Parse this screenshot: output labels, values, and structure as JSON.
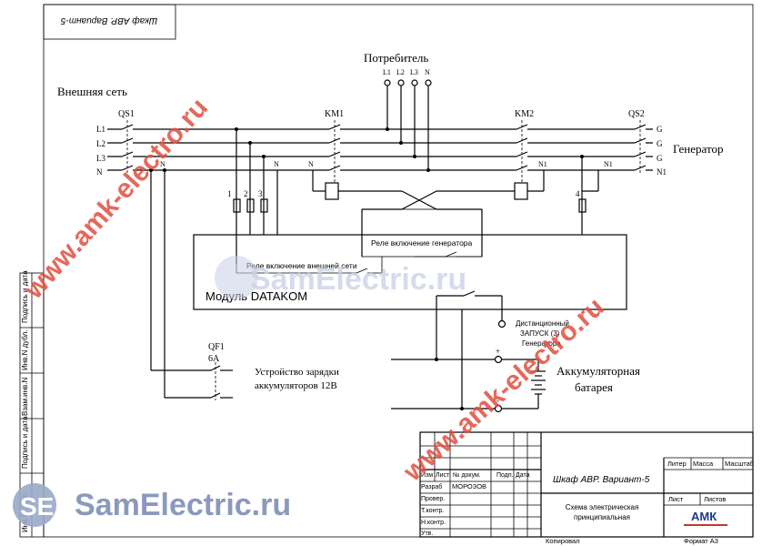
{
  "stamp_top": "Шкаф АВР. Вариант-5",
  "labels": {
    "external_network": "Внешняя сеть",
    "consumer": "Потребитель",
    "generator": "Генератор",
    "module": "Модуль DATAKOM",
    "relay_generator": "Реле включение генератора",
    "relay_external": "Реле включение внешней сети",
    "remote_start_1": "Дистанционный",
    "remote_start_2": "ЗАПУСК (3)",
    "remote_start_3": "Генератора",
    "charger_1": "Устройство зарядки",
    "charger_2": "аккумуляторов 12В",
    "battery_1": "Аккумуляторная",
    "battery_2": "батарея"
  },
  "devices": {
    "qs1": "QS1",
    "qs2": "QS2",
    "km1": "KM1",
    "km2": "KM2",
    "qf1": "QF1",
    "qf1_rating": "6А"
  },
  "lines_left": [
    "L1",
    "L2",
    "L3",
    "N"
  ],
  "lines_right": [
    "G",
    "G",
    "G",
    "N1"
  ],
  "consumer_terminals": [
    "L1",
    "L2",
    "L3",
    "N"
  ],
  "bus_tags": {
    "n_a": "N",
    "n_b": "N",
    "n_c": "N",
    "n1_a": "N1",
    "n1_b": "N1"
  },
  "fuses": [
    "1",
    "2",
    "3",
    "4"
  ],
  "polarity": {
    "plus": "+",
    "minus": "-"
  },
  "title_block": {
    "doc_title": "Шкаф АВР. Вариант-5",
    "col_izm": "Изм",
    "col_list": "Лист",
    "col_ndoc": "№ докум.",
    "col_sign": "Подп.",
    "col_date": "Дата",
    "row_dev": "Разраб",
    "dev_name": "МОРОЗОВ",
    "row_check": "Провер.",
    "row_tcontr": "Т.контр.",
    "row_ncontr": "Н.контр.",
    "row_approved": "Утв.",
    "scheme_1": "Схема электрическая",
    "scheme_2": "принципиальная",
    "litera": "Литер",
    "mass": "Масса",
    "scale": "Масштаб",
    "sheet": "Лист",
    "sheets": "Листов",
    "company": "АМК",
    "copied": "Копировал",
    "format": "Формат А3"
  },
  "side_stamp": [
    "Подпись и дата",
    "Инв.N дубл.",
    "Взам.инв.N",
    "Подпись и дата",
    "Инв.N подл."
  ],
  "watermarks": {
    "amk": "www.amk-electro.ru",
    "samelectric": "SamElectric.ru",
    "se": "SE"
  }
}
